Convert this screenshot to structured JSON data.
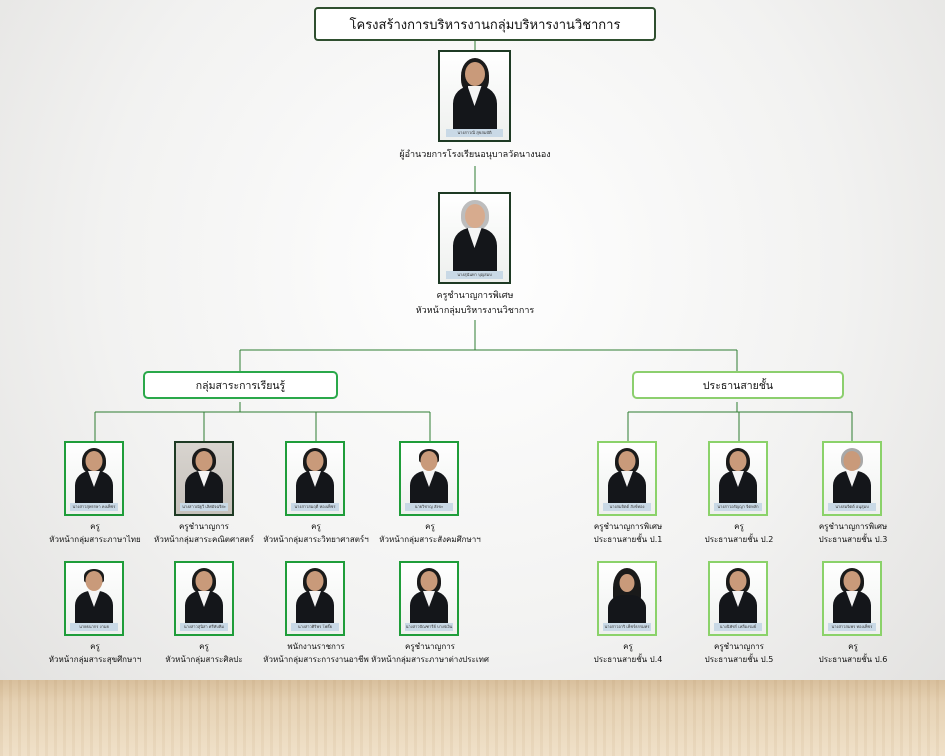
{
  "title": "โครงสร้างการบริหารงานกลุ่มบริหารงานวิชาการ",
  "director": {
    "name": "นางสาวณี สุขสมบัติ",
    "caption": [
      "ผู้อำนวยการโรงเรียนอนุบาลวัดนางนอง"
    ]
  },
  "head": {
    "name": "นางสุนันทา บุญสมบ",
    "caption": [
      "ครูชำนาญการพิเศษ",
      "หัวหน้ากลุ่มบริหารงานวิชาการ"
    ]
  },
  "groups": {
    "left": "กลุ่มสาระการเรียนรู้",
    "right": "ประธานสายชั้น"
  },
  "subject_row1": [
    {
      "name": "นางสาวสุพรรษา คงเพ็ชร",
      "caption": [
        "ครู",
        "หัวหน้ากลุ่มสาระภาษาไทย"
      ]
    },
    {
      "name": "นางสาวณัฐวี เลิศอัจฉริยะ",
      "caption": [
        "ครูชำนาญการ",
        "หัวหน้ากลุ่มสาระคณิตศาสตร์"
      ]
    },
    {
      "name": "นางสาวสมฤดี ทองเพ็ชร",
      "caption": [
        "ครู",
        "หัวหน้ากลุ่มสาระวิทยาศาสตร์ฯ"
      ]
    },
    {
      "name": "นายวิชาญ สังขะ",
      "caption": [
        "ครู",
        "หัวหน้ากลุ่มสาระสังคมศึกษาฯ"
      ]
    }
  ],
  "subject_row2": [
    {
      "name": "นายธนากร งามย",
      "caption": [
        "ครู",
        "หัวหน้ากลุ่มสาระสุขศึกษาฯ"
      ]
    },
    {
      "name": "นางสาวสุนิสา ศรีทับทิม",
      "caption": [
        "ครู",
        "หัวหน้ากลุ่มสาระศิลปะ"
      ]
    },
    {
      "name": "นางสาวศิริพร โพธิ์ย",
      "caption": [
        "พนักงานราชการ",
        "หัวหน้ากลุ่มสาระการงานอาชีพ"
      ]
    },
    {
      "name": "นางสาวปัณฑารีย์ บางจ่เงิน",
      "caption": [
        "ครูชำนาญการ",
        "หัวหน้ากลุ่มสาระภาษาต่างประเทศ"
      ]
    }
  ],
  "grade_row1": [
    {
      "name": "นางสมจิตต์ สังข์ทอง",
      "caption": [
        "ครูชำนาญการพิเศษ",
        "ประธานสายชั้น ป.1"
      ]
    },
    {
      "name": "นางสาวอรัญญา จิตหลัก",
      "caption": [
        "ครู",
        "ประธานสายชั้น ป.2"
      ]
    },
    {
      "name": "นางสมจิตต์ อนุสุมบ",
      "caption": [
        "ครูชำนาญการพิเศษ",
        "ประธานสายชั้น ป.3"
      ]
    }
  ],
  "grade_row2": [
    {
      "name": "นางสาวอาริ เพ็ชร์ธรรมทร",
      "caption": [
        "ครู",
        "ประธานสายชั้น ป.4"
      ]
    },
    {
      "name": "นางนิพัชร์ เหลืองรมย์",
      "caption": [
        "ครูชำนาญการ",
        "ประธานสายชั้น ป.5"
      ]
    },
    {
      "name": "นางสาวสมพร ทองเพ็ชร",
      "caption": [
        "ครู",
        "ประธานสายชั้น ป.6"
      ]
    }
  ],
  "colors": {
    "connector": "#2e7d32",
    "green_border": "#1f9d3a",
    "light_border": "#8bd26a",
    "dark_border": "#1e3a24"
  }
}
